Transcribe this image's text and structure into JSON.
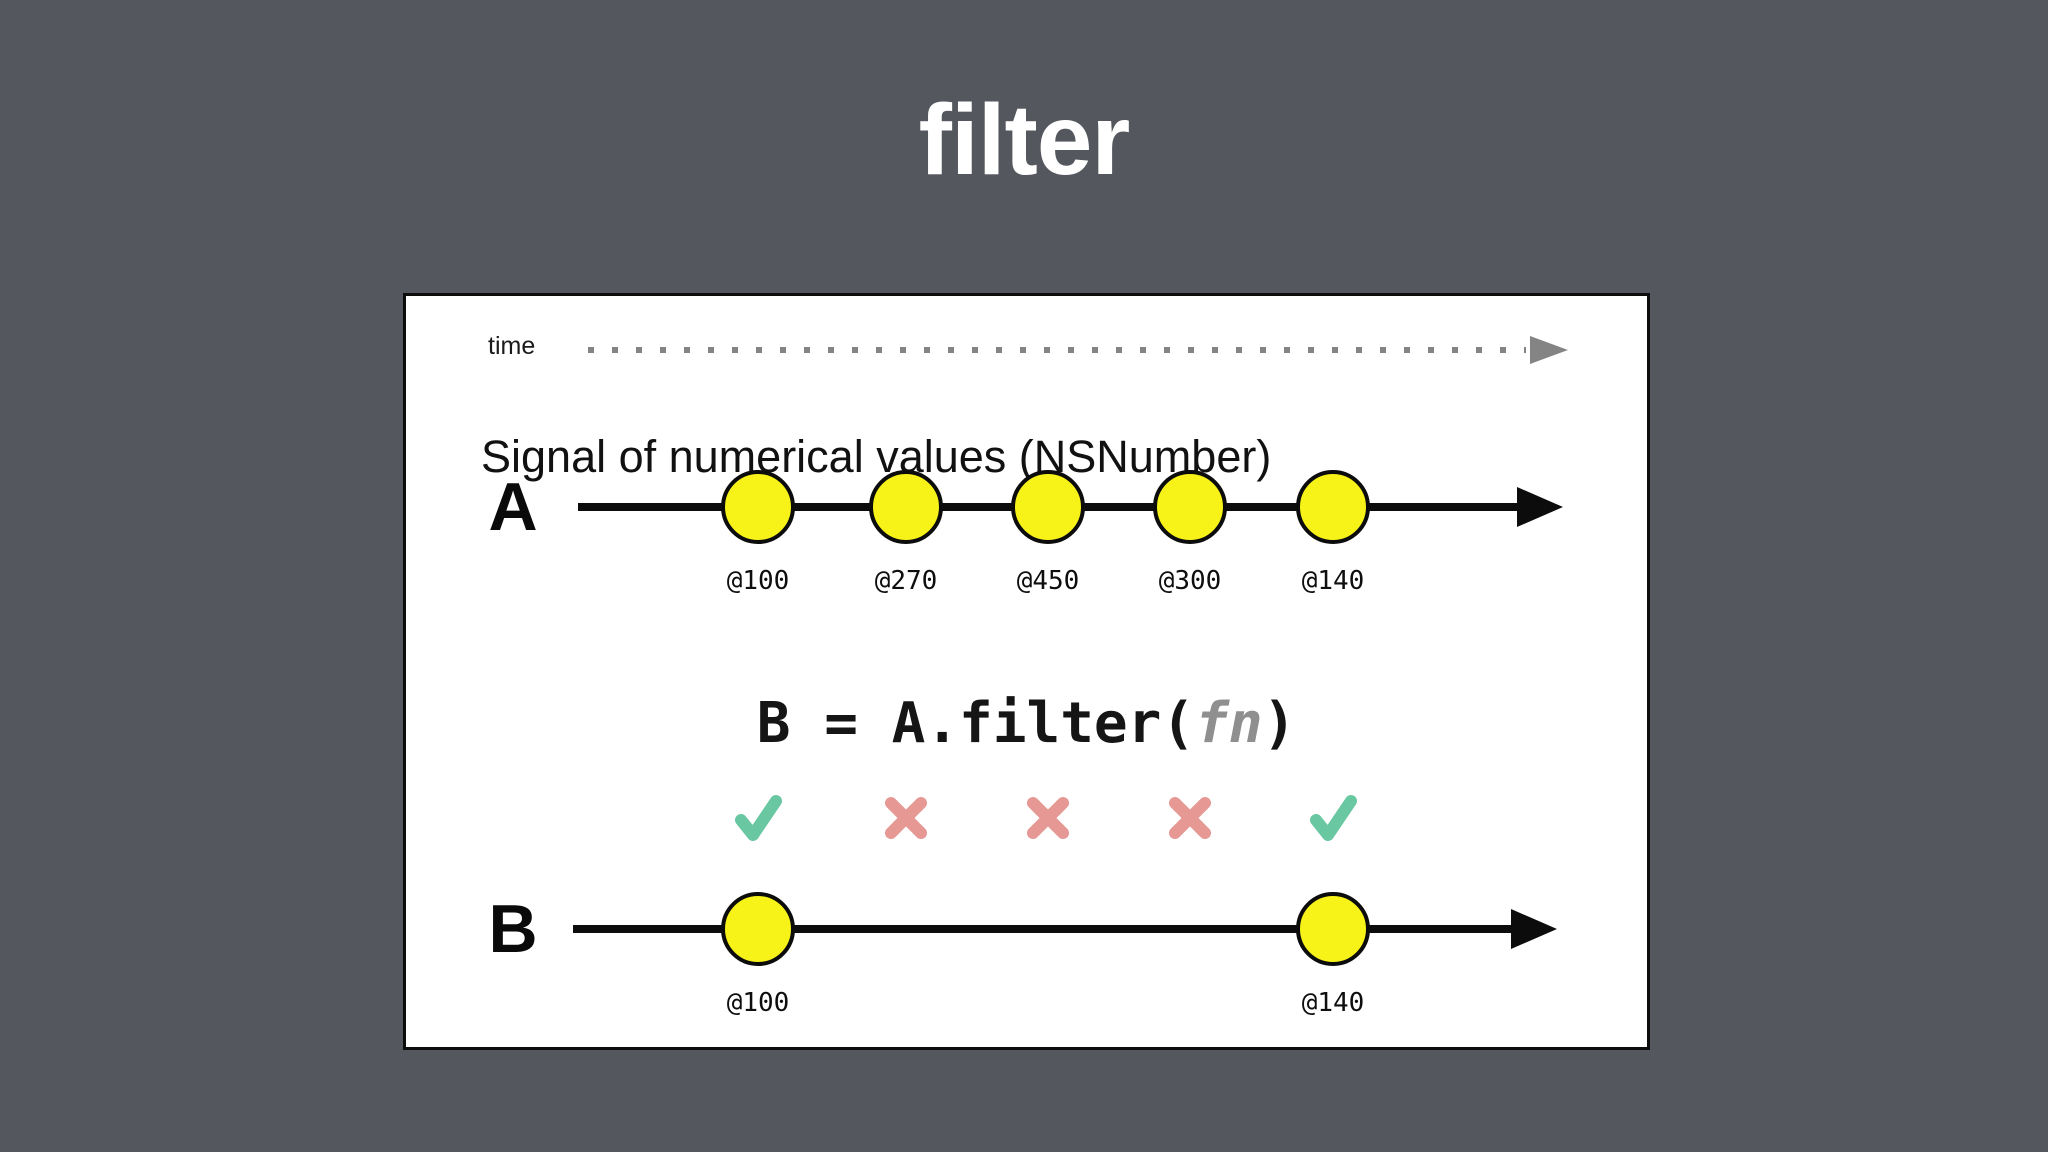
{
  "title": "filter",
  "card": {
    "time_label": "time",
    "description": "Signal of numerical values (NSNumber)",
    "signal_a": {
      "name": "A",
      "events": [
        {
          "slot": 0,
          "label": "@100"
        },
        {
          "slot": 1,
          "label": "@270"
        },
        {
          "slot": 2,
          "label": "@450"
        },
        {
          "slot": 3,
          "label": "@300"
        },
        {
          "slot": 4,
          "label": "@140"
        }
      ]
    },
    "operation": {
      "prefix": "B = A.filter(",
      "argument": "fn",
      "suffix": ")"
    },
    "filter_results": [
      {
        "slot": 0,
        "result": "pass"
      },
      {
        "slot": 1,
        "result": "fail"
      },
      {
        "slot": 2,
        "result": "fail"
      },
      {
        "slot": 3,
        "result": "fail"
      },
      {
        "slot": 4,
        "result": "pass"
      }
    ],
    "signal_b": {
      "name": "B",
      "events": [
        {
          "slot": 0,
          "label": "@100"
        },
        {
          "slot": 4,
          "label": "@140"
        }
      ]
    }
  },
  "colors": {
    "background": "#54575D",
    "card_background": "#FFFFFF",
    "stroke_black": "#0C0C0C",
    "event_fill_yellow": "#F7F218",
    "pass_green": "#69C7A1",
    "fail_red": "#E59894",
    "time_arrow_gray": "#848484",
    "fn_gray": "#8F8F8F"
  }
}
